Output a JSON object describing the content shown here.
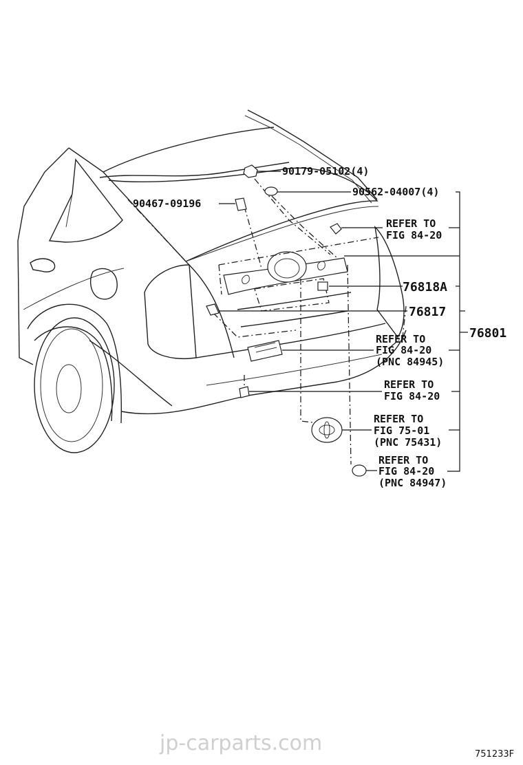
{
  "callouts": {
    "nut_90179": "90179-05102(4)",
    "washer_90562": "90562-04007(4)",
    "clip_90467": "90467-09196",
    "ref_a_1": "REFER TO",
    "ref_a_2": "FIG 84-20",
    "part_76818A": "76818A",
    "part_76817": "76817",
    "part_76801": "76801",
    "ref_b_1": "REFER TO",
    "ref_b_2": "FIG 84-20",
    "ref_b_3": "(PNC 84945)",
    "ref_c_1": "REFER TO",
    "ref_c_2": "FIG 84-20",
    "ref_d_1": "REFER TO",
    "ref_d_2": "FIG 75-01",
    "ref_d_3": "(PNC 75431)",
    "ref_e_1": "REFER TO",
    "ref_e_2": "FIG 84-20",
    "ref_e_3": "(PNC 84947)"
  },
  "watermark": "jp-carparts.com",
  "figure_id": "751233F"
}
